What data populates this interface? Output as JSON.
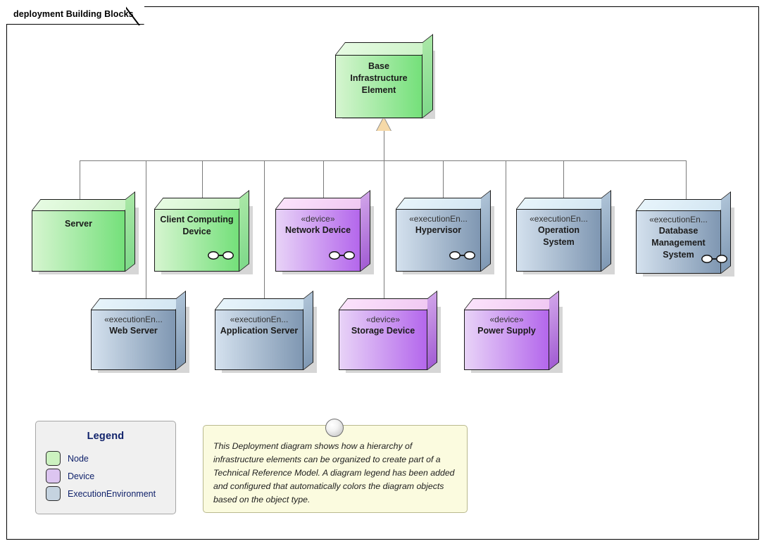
{
  "frame": {
    "tab_label": "deployment Building Blocks"
  },
  "colors": {
    "node_fill_left": "#d6f5d0",
    "node_fill_right": "#74e07a",
    "device_fill_left": "#e8d3f7",
    "device_fill_right": "#b467ec",
    "execenv_fill_left": "#d4e1ee",
    "execenv_fill_right": "#7f97b2",
    "legend_text": "#10226b",
    "note_fill": "#fbfbdf",
    "generalization_arrow": "#f6d9a8",
    "connector_line": "#7b7b7b"
  },
  "diagram": {
    "root": {
      "name": "Base Infrastructure Element",
      "stereotype": "",
      "type": "Node",
      "has_link_icon": false
    },
    "nodes": [
      {
        "name": "Server",
        "stereotype": "",
        "type": "Node",
        "has_link_icon": false
      },
      {
        "name": "Client Computing Device",
        "stereotype": "",
        "type": "Node",
        "has_link_icon": true
      },
      {
        "name": "Network Device",
        "stereotype": "«device»",
        "type": "Device",
        "has_link_icon": true
      },
      {
        "name": "Hypervisor",
        "stereotype": "«executionEn...",
        "type": "ExecutionEnvironment",
        "has_link_icon": true
      },
      {
        "name": "Operation System",
        "stereotype": "«executionEn...",
        "type": "ExecutionEnvironment",
        "has_link_icon": false
      },
      {
        "name": "Database Management System",
        "stereotype": "«executionEn...",
        "type": "ExecutionEnvironment",
        "has_link_icon": true
      },
      {
        "name": "Web Server",
        "stereotype": "«executionEn...",
        "type": "ExecutionEnvironment",
        "has_link_icon": false
      },
      {
        "name": "Application Server",
        "stereotype": "«executionEn...",
        "type": "ExecutionEnvironment",
        "has_link_icon": false
      },
      {
        "name": "Storage Device",
        "stereotype": "«device»",
        "type": "Device",
        "has_link_icon": false
      },
      {
        "name": "Power Supply",
        "stereotype": "«device»",
        "type": "Device",
        "has_link_icon": false
      }
    ]
  },
  "legend": {
    "title": "Legend",
    "items": [
      {
        "label": "Node",
        "color": "#ccf2c0"
      },
      {
        "label": "Device",
        "color": "#dcc5f0"
      },
      {
        "label": "ExecutionEnvironment",
        "color": "#c5d3e0"
      }
    ]
  },
  "note": {
    "text": "This Deployment diagram shows how a hierarchy of infrastructure elements can be organized to create part of a Technical Reference Model. A diagram legend has been added and configured that automatically colors the diagram objects based on the object type."
  }
}
